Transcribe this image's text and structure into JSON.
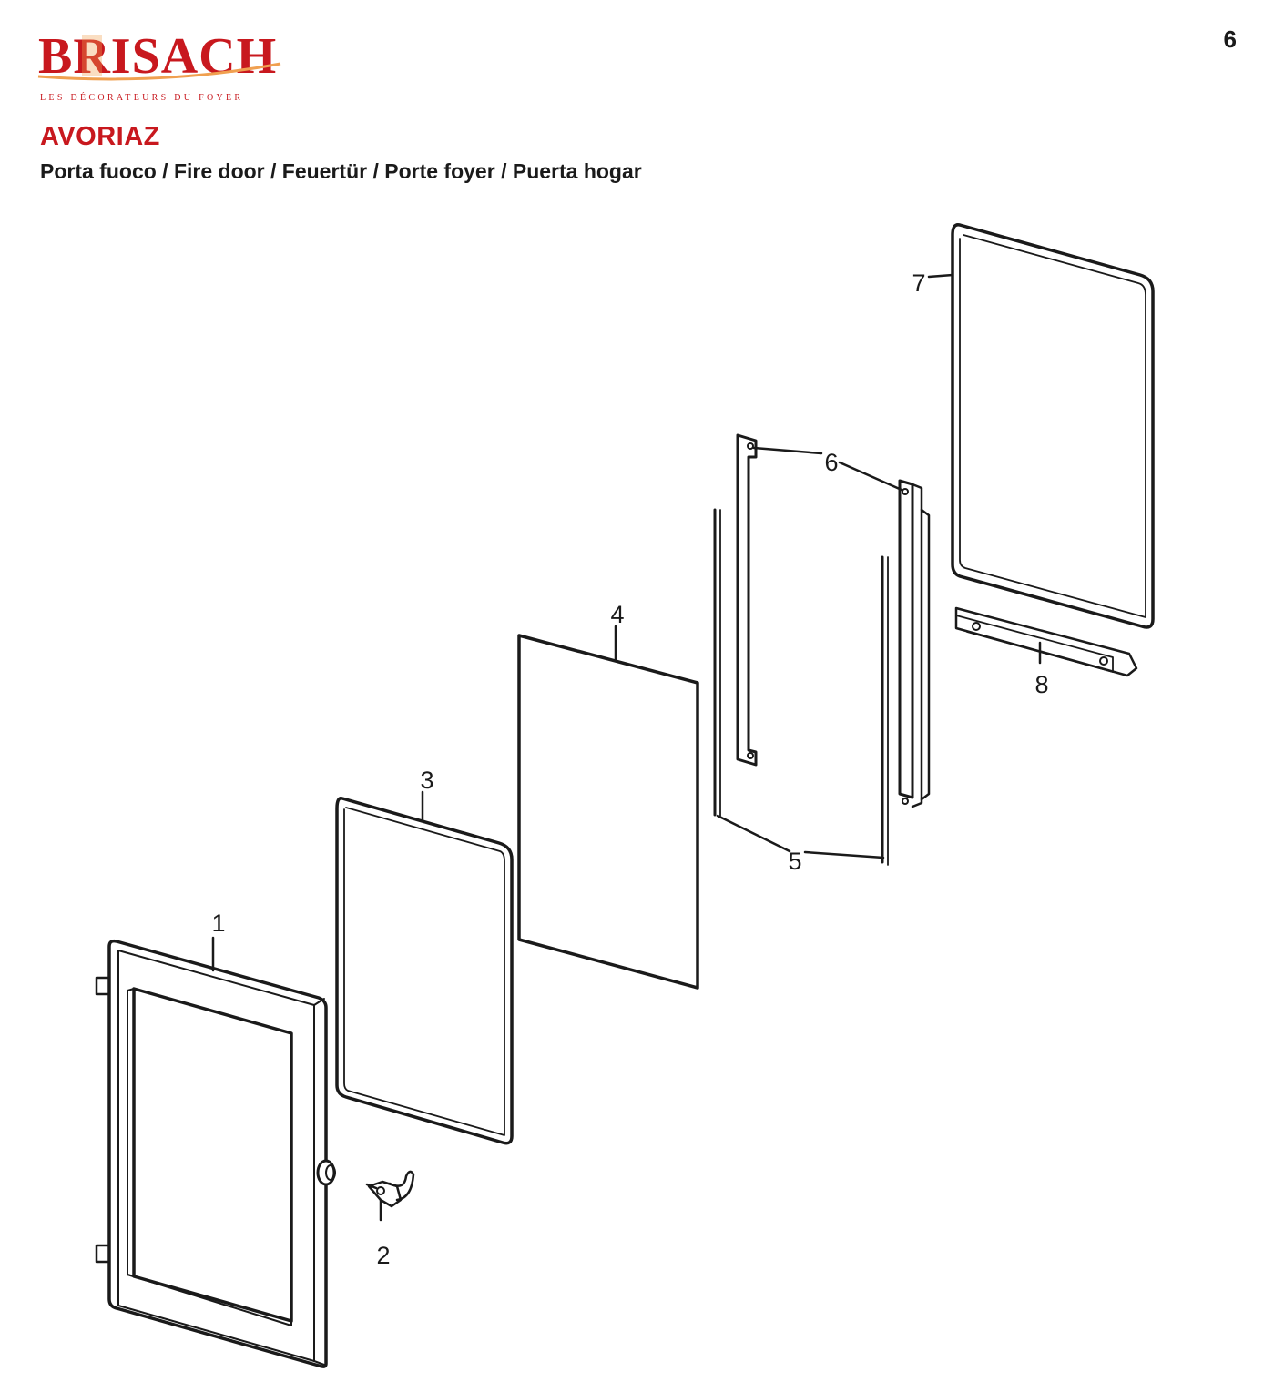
{
  "header": {
    "brand": "BRISACH",
    "brand_tagline": "LES DÉCORATEURS DU FOYER",
    "page_number": "6",
    "model": "AVORIAZ",
    "subtitle": "Porta fuoco / Fire door / Feuertür / Porte foyer / Puerta hogar"
  },
  "colors": {
    "brand_red": "#c8181e",
    "brand_orange": "#f0a050",
    "line": "#1a1a1a"
  },
  "callouts": [
    "1",
    "2",
    "3",
    "4",
    "5",
    "5",
    "6",
    "6",
    "7",
    "8"
  ],
  "parts": [
    "door-frame",
    "door-handle",
    "glass-gasket",
    "glass-panel",
    "glass-seal-strips",
    "glass-retaining-brackets",
    "rear-gasket",
    "bottom-bracket"
  ]
}
